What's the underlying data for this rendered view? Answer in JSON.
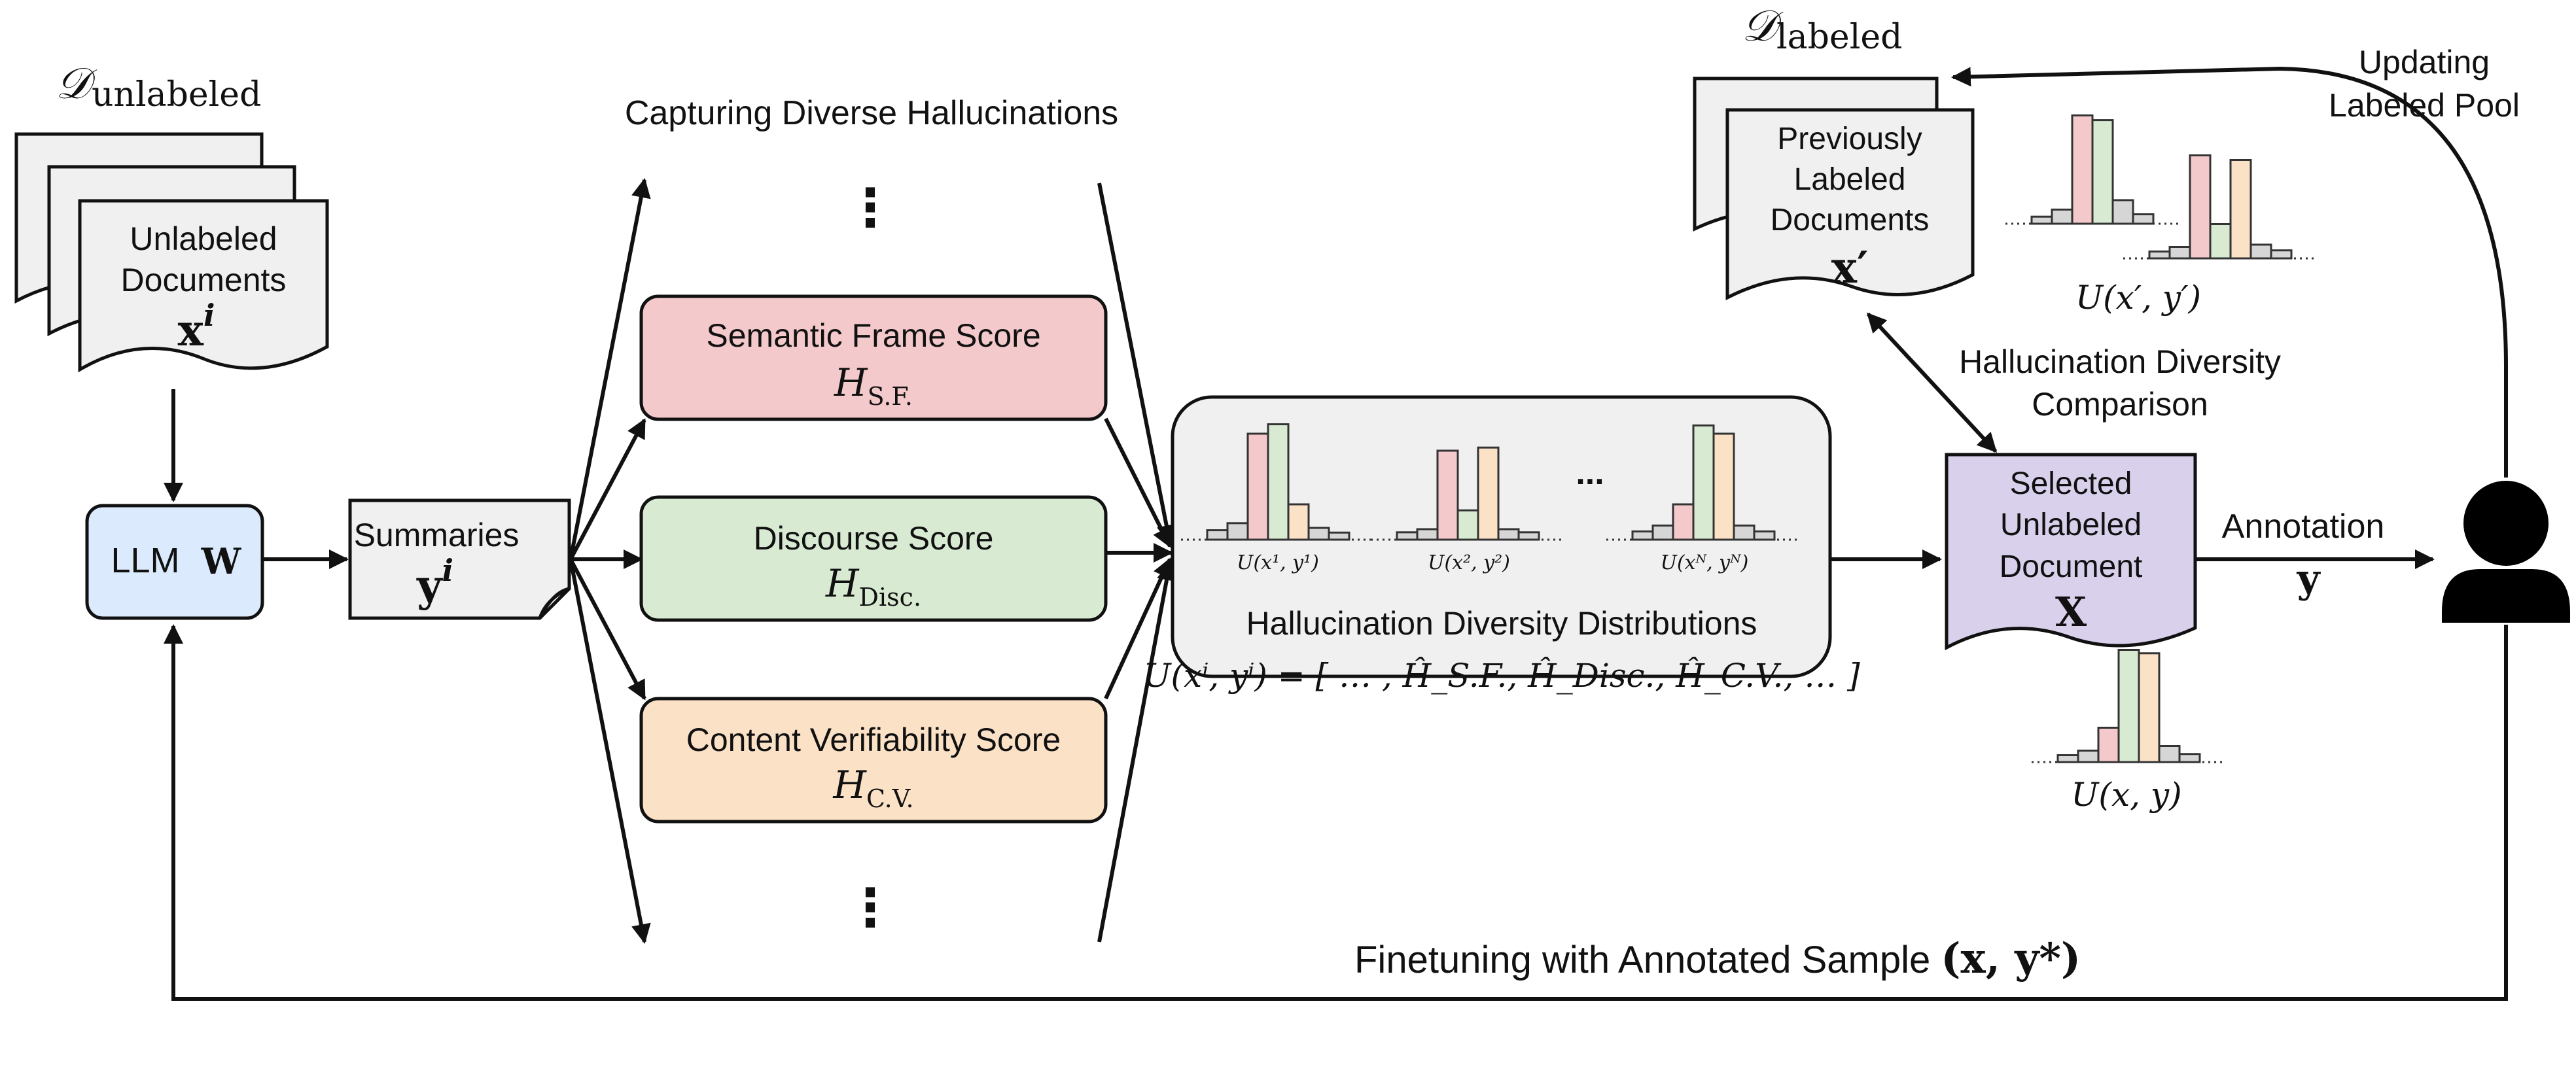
{
  "colors": {
    "llm_fill": "#dbeafc",
    "semantic_fill": "#f4c9cb",
    "discourse_fill": "#d8ebd2",
    "content_fill": "#fbe1c6",
    "selected_fill": "#d9d0ec",
    "doc_fill": "#f0f0f0",
    "neutral_bar": "#d6d6d6",
    "stroke": "#111111"
  },
  "unlabeled_pool": {
    "label_main": "𝒟",
    "label_sub": "unlabeled",
    "doc_line1": "Unlabeled",
    "doc_line2": "Documents",
    "doc_var": "x",
    "doc_sup": "i"
  },
  "labeled_pool": {
    "label_main": "𝒟",
    "label_sub": "labeled",
    "doc_line1": "Previously",
    "doc_line2": "Labeled",
    "doc_line3": "Documents",
    "doc_var": "x′",
    "dist_label": "U(x′, y′)"
  },
  "llm": {
    "label": "LLM",
    "var": "W"
  },
  "summaries": {
    "label": "Summaries",
    "var": "y",
    "sup": "i"
  },
  "capture_title": "Capturing Diverse Hallucinations",
  "ellipsis_vertical": "⋮",
  "scores": [
    {
      "name": "Semantic Frame Score",
      "sym": "H",
      "sub": "S.F."
    },
    {
      "name": "Discourse Score",
      "sym": "H",
      "sub": "Disc."
    },
    {
      "name": "Content Verifiability Score",
      "sym": "H",
      "sub": "C.V."
    }
  ],
  "distributions": {
    "title": "Hallucination Diversity Distributions",
    "formula": "U(xⁱ, yⁱ) = [ … , Ĥ_S.F., Ĥ_Disc., Ĥ_C.V., … ]",
    "dots": "...",
    "hist_labels": [
      "U(x¹, y¹)",
      "U(x², y²)",
      "U(xᴺ, yᴺ)"
    ],
    "hist_values": [
      [
        0.08,
        0.14,
        0.9,
        0.98,
        0.3,
        0.1,
        0.06
      ],
      [
        0.07,
        0.1,
        0.85,
        0.28,
        0.88,
        0.1,
        0.07
      ],
      [
        0.07,
        0.12,
        0.3,
        0.97,
        0.9,
        0.12,
        0.07
      ]
    ]
  },
  "selected": {
    "line1": "Selected",
    "line2": "Unlabeled",
    "line3": "Document",
    "var": "X",
    "dist_label": "U(x, y)",
    "hist_values": [
      0.06,
      0.1,
      0.3,
      0.98,
      0.95,
      0.14,
      0.07
    ]
  },
  "labeled_hists": [
    [
      0.06,
      0.12,
      0.92,
      0.88,
      0.2,
      0.08
    ],
    [
      0.06,
      0.1,
      0.9,
      0.3,
      0.86,
      0.12,
      0.07
    ]
  ],
  "comparison": {
    "line1": "Hallucination Diversity",
    "line2": "Comparison"
  },
  "annotation": {
    "label": "Annotation",
    "var": "y"
  },
  "updating": {
    "line1": "Updating",
    "line2": "Labeled Pool"
  },
  "finetune": {
    "text": "Finetuning with Annotated Sample",
    "var": "(x, y*)"
  }
}
